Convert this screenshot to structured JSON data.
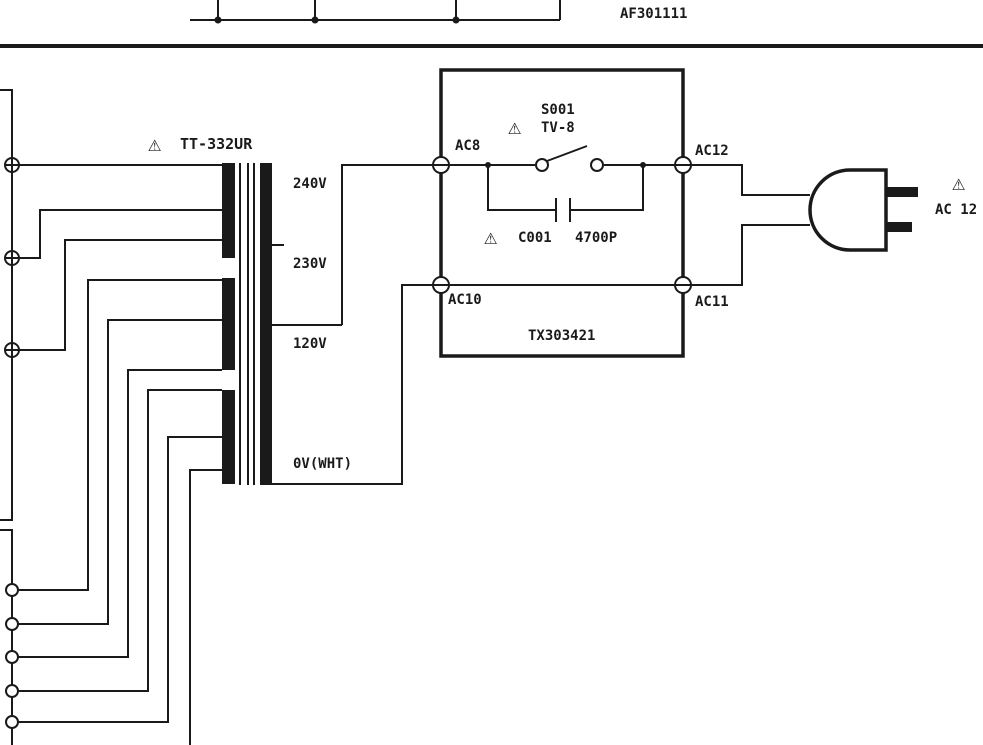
{
  "header": {
    "part_number": "AF301111"
  },
  "transformer": {
    "warning_symbol": "⚠",
    "label": "TT-332UR",
    "taps": [
      "240V",
      "230V",
      "120V",
      "0V(WHT)"
    ]
  },
  "switch": {
    "warning_symbol": "⚠",
    "ref": "S001",
    "type": "TV-8"
  },
  "capacitor": {
    "warning_symbol": "⚠",
    "ref": "C001",
    "value": "4700P"
  },
  "board": {
    "part_number": "TX303421",
    "connectors": {
      "ac8": "AC8",
      "ac10": "AC10",
      "ac11": "AC11",
      "ac12": "AC12"
    }
  },
  "plug": {
    "warning_symbol": "⚠",
    "label": "AC 12"
  }
}
